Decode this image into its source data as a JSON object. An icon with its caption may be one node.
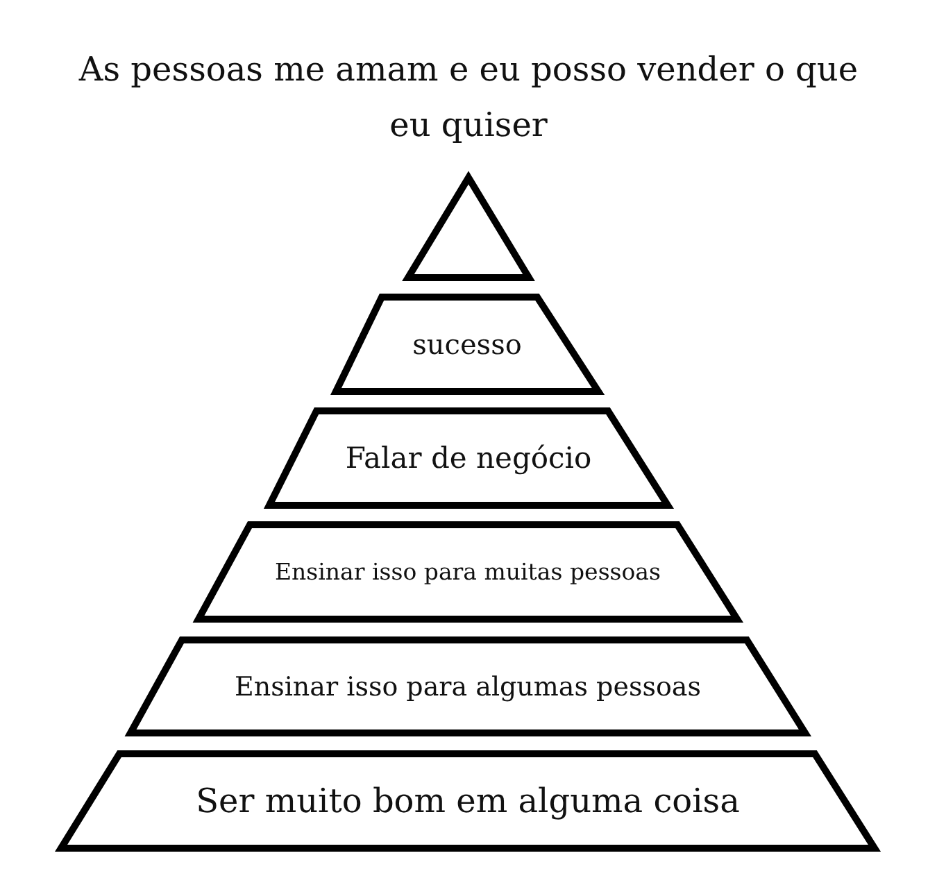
{
  "diagram": {
    "title": "As pessoas me amam e eu posso vender o que eu quiser",
    "nodes": [
      {
        "text": [],
        "shape": "triangle"
      },
      {
        "text": [
          "sucesso"
        ]
      },
      {
        "text": [
          "Falar de negócio"
        ]
      },
      {
        "text": [
          "Ensinar isso para muitas pessoas"
        ]
      },
      {
        "text": [
          "Ensinar isso para algumas pessoas"
        ]
      },
      {
        "text": [
          "Ser muito bom em alguma coisa"
        ]
      }
    ]
  }
}
